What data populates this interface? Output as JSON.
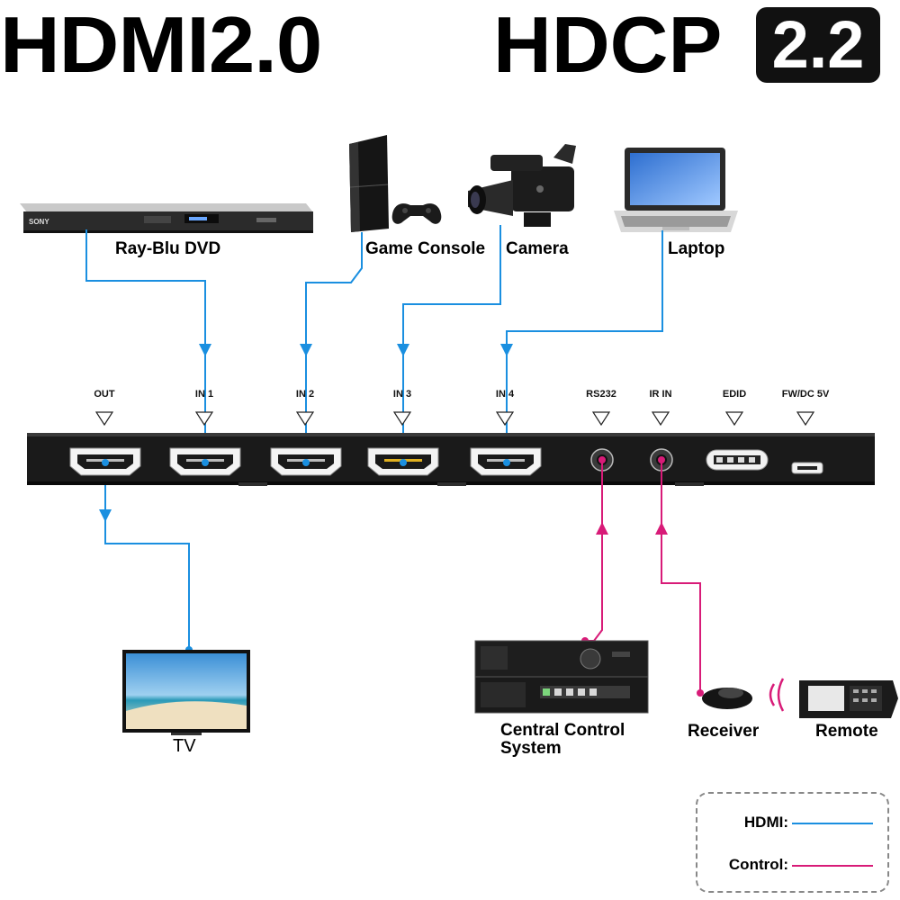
{
  "header": {
    "hdmi_version": "HDMI2.0",
    "hdcp_text": "HDCP",
    "hdcp_version": "2.2"
  },
  "devices": {
    "dvd": "Ray-Blu DVD",
    "dvd_brand": "SONY",
    "game_console": "Game Console",
    "camera": "Camera",
    "laptop": "Laptop",
    "tv": "TV",
    "central_control_line1": "Central Control",
    "central_control_line2": "System",
    "receiver": "Receiver",
    "remote": "Remote"
  },
  "ports": {
    "out": "OUT",
    "in1": "IN 1",
    "in2": "IN 2",
    "in3": "IN 3",
    "in4": "IN 4",
    "rs232": "RS232",
    "ir_in": "IR IN",
    "edid": "EDID",
    "fw_dc": "FW/DC 5V"
  },
  "legend": {
    "hdmi_label": "HDMI:",
    "control_label": "Control:"
  },
  "colors": {
    "hdmi_line": "#1a8fe0",
    "control_line": "#d81b78",
    "switch_body": "#1a1a1a"
  }
}
